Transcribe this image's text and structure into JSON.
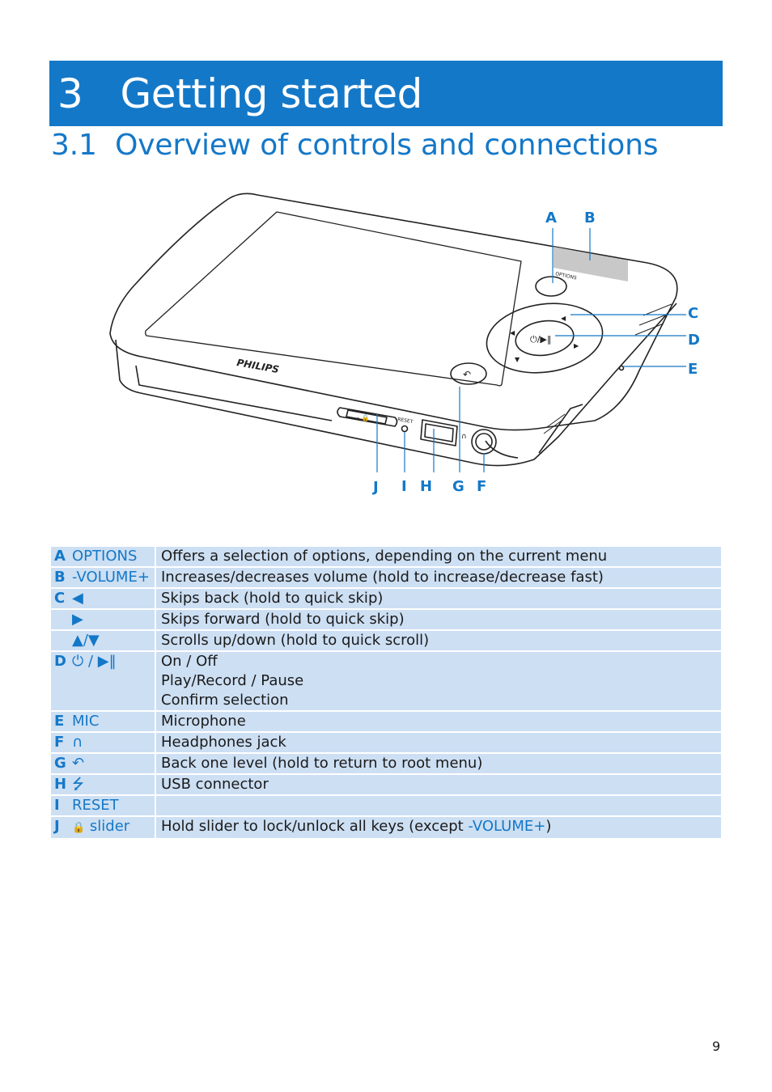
{
  "chapter": {
    "number": "3",
    "title": "Getting started"
  },
  "section": {
    "number": "3.1",
    "title": "Overview of controls and connections"
  },
  "figure": {
    "brand": "PHILIPS",
    "options_button_text": "OPTIONS",
    "reset_text": "RESET",
    "callouts": {
      "a": "A",
      "b": "B",
      "c": "C",
      "d": "D",
      "e": "E",
      "f": "F",
      "g": "G",
      "h": "H",
      "i": "I",
      "j": "J"
    }
  },
  "controls": [
    {
      "letter": "A",
      "key": "OPTIONS",
      "key_icon": "",
      "lines": [
        "Offers a selection of options, depending on the current menu"
      ]
    },
    {
      "letter": "B",
      "key": "-VOLUME+",
      "key_icon": "",
      "lines": [
        "Increases/decreases volume (hold to increase/decrease fast)"
      ]
    },
    {
      "letter": "C",
      "key": "",
      "key_icon": "left-triangle-icon",
      "lines": [
        "Skips back (hold to quick skip)"
      ]
    },
    {
      "letter": "",
      "key": "",
      "key_icon": "right-triangle-icon",
      "lines": [
        "Skips forward (hold to quick skip)"
      ]
    },
    {
      "letter": "",
      "key": "",
      "key_icon": "up-down-triangle-icon",
      "lines": [
        "Scrolls up/down (hold to quick scroll)"
      ]
    },
    {
      "letter": "D",
      "key": "",
      "key_icon": "power-play-pause-icon",
      "lines": [
        "On / Off",
        "Play/Record / Pause",
        "Confirm selection"
      ]
    },
    {
      "letter": "E",
      "key": "MIC",
      "key_icon": "",
      "lines": [
        "Microphone"
      ]
    },
    {
      "letter": "F",
      "key": "",
      "key_icon": "headphones-icon",
      "lines": [
        "Headphones jack"
      ]
    },
    {
      "letter": "G",
      "key": "",
      "key_icon": "back-arrow-icon",
      "lines": [
        "Back one level (hold to return to root menu)"
      ]
    },
    {
      "letter": "H",
      "key": "",
      "key_icon": "usb-icon",
      "lines": [
        "USB connector"
      ]
    },
    {
      "letter": "I",
      "key": "RESET",
      "key_icon": "",
      "lines": [
        ""
      ]
    },
    {
      "letter": "J",
      "key": "slider",
      "key_icon": "lock-icon",
      "lines": [
        "Hold slider to lock/unlock all keys (except "
      ],
      "inline_key": "-VOLUME+",
      "line_suffix": ")"
    }
  ],
  "colors": {
    "accent": "#1478c8",
    "table_bg": "#cddff3"
  },
  "page_number": "9"
}
